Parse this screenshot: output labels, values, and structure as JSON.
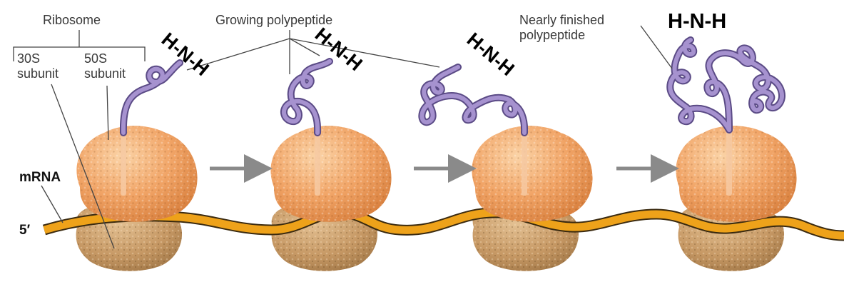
{
  "labels": {
    "ribosome": "Ribosome",
    "subunit_30s_line1": "30S",
    "subunit_30s_line2": "subunit",
    "subunit_50s_line1": "50S",
    "subunit_50s_line2": "subunit",
    "growing_polypeptide": "Growing polypeptide",
    "nearly_finished_line1": "Nearly finished",
    "nearly_finished_line2": "polypeptide",
    "mrna": "mRNA",
    "five_prime": "5′"
  },
  "amino_terminus": [
    "H-N-H",
    "H-N-H",
    "H-N-H",
    "H-N-H"
  ],
  "colors": {
    "large_subunit": "#f0a869",
    "small_subunit": "#c99a66",
    "mrna": "#eea21a",
    "polypeptide": "#9b86c4",
    "arrow": "#8a8a8a",
    "leader_line": "#444444"
  }
}
